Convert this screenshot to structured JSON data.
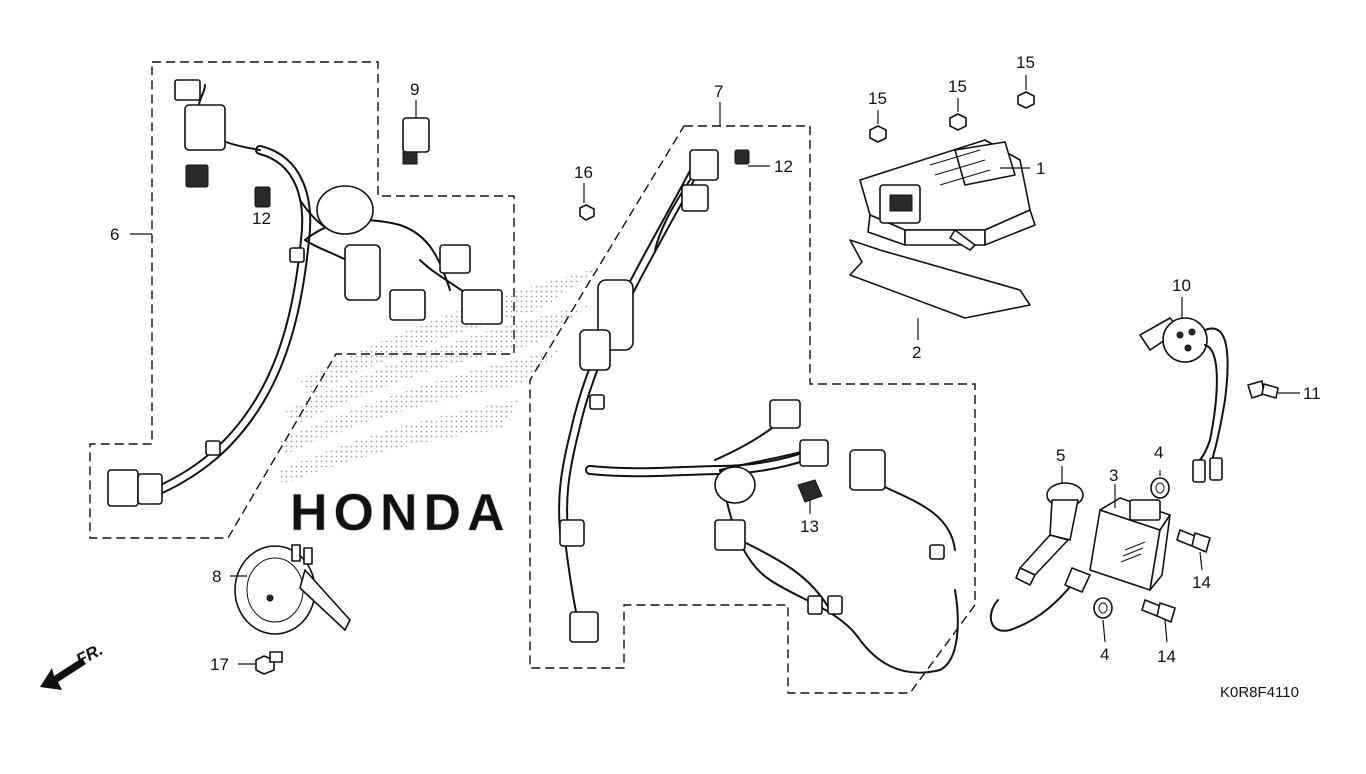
{
  "diagram": {
    "part_code": "K0R8F4110",
    "front_arrow_label": "FR.",
    "watermark_text": "HONDA",
    "callouts": [
      {
        "id": "c1",
        "label": "1"
      },
      {
        "id": "c2",
        "label": "2"
      },
      {
        "id": "c3",
        "label": "3"
      },
      {
        "id": "c4a",
        "label": "4"
      },
      {
        "id": "c4b",
        "label": "4"
      },
      {
        "id": "c5",
        "label": "5"
      },
      {
        "id": "c6",
        "label": "6"
      },
      {
        "id": "c7",
        "label": "7"
      },
      {
        "id": "c8",
        "label": "8"
      },
      {
        "id": "c9",
        "label": "9"
      },
      {
        "id": "c10",
        "label": "10"
      },
      {
        "id": "c11",
        "label": "11"
      },
      {
        "id": "c12a",
        "label": "12"
      },
      {
        "id": "c12b",
        "label": "12"
      },
      {
        "id": "c13",
        "label": "13"
      },
      {
        "id": "c14a",
        "label": "14"
      },
      {
        "id": "c14b",
        "label": "14"
      },
      {
        "id": "c15a",
        "label": "15"
      },
      {
        "id": "c15b",
        "label": "15"
      },
      {
        "id": "c15c",
        "label": "15"
      },
      {
        "id": "c16",
        "label": "16"
      },
      {
        "id": "c17",
        "label": "17"
      }
    ]
  }
}
